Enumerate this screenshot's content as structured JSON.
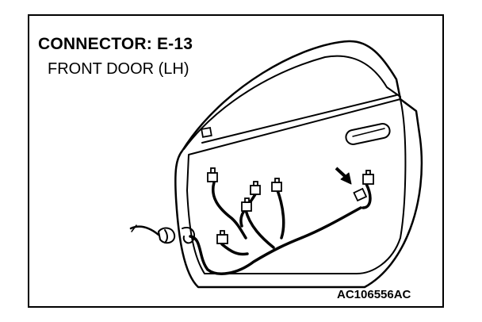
{
  "diagram": {
    "title": "CONNECTOR: E-13",
    "subtitle": "FRONT DOOR (LH)",
    "reference_code": "AC106556AC",
    "colors": {
      "line": "#000000",
      "background": "#ffffff"
    },
    "icons": [
      "door-panel-icon",
      "wiring-harness-icon",
      "connector-icon",
      "pointer-arrow-icon",
      "door-handle-icon"
    ]
  }
}
